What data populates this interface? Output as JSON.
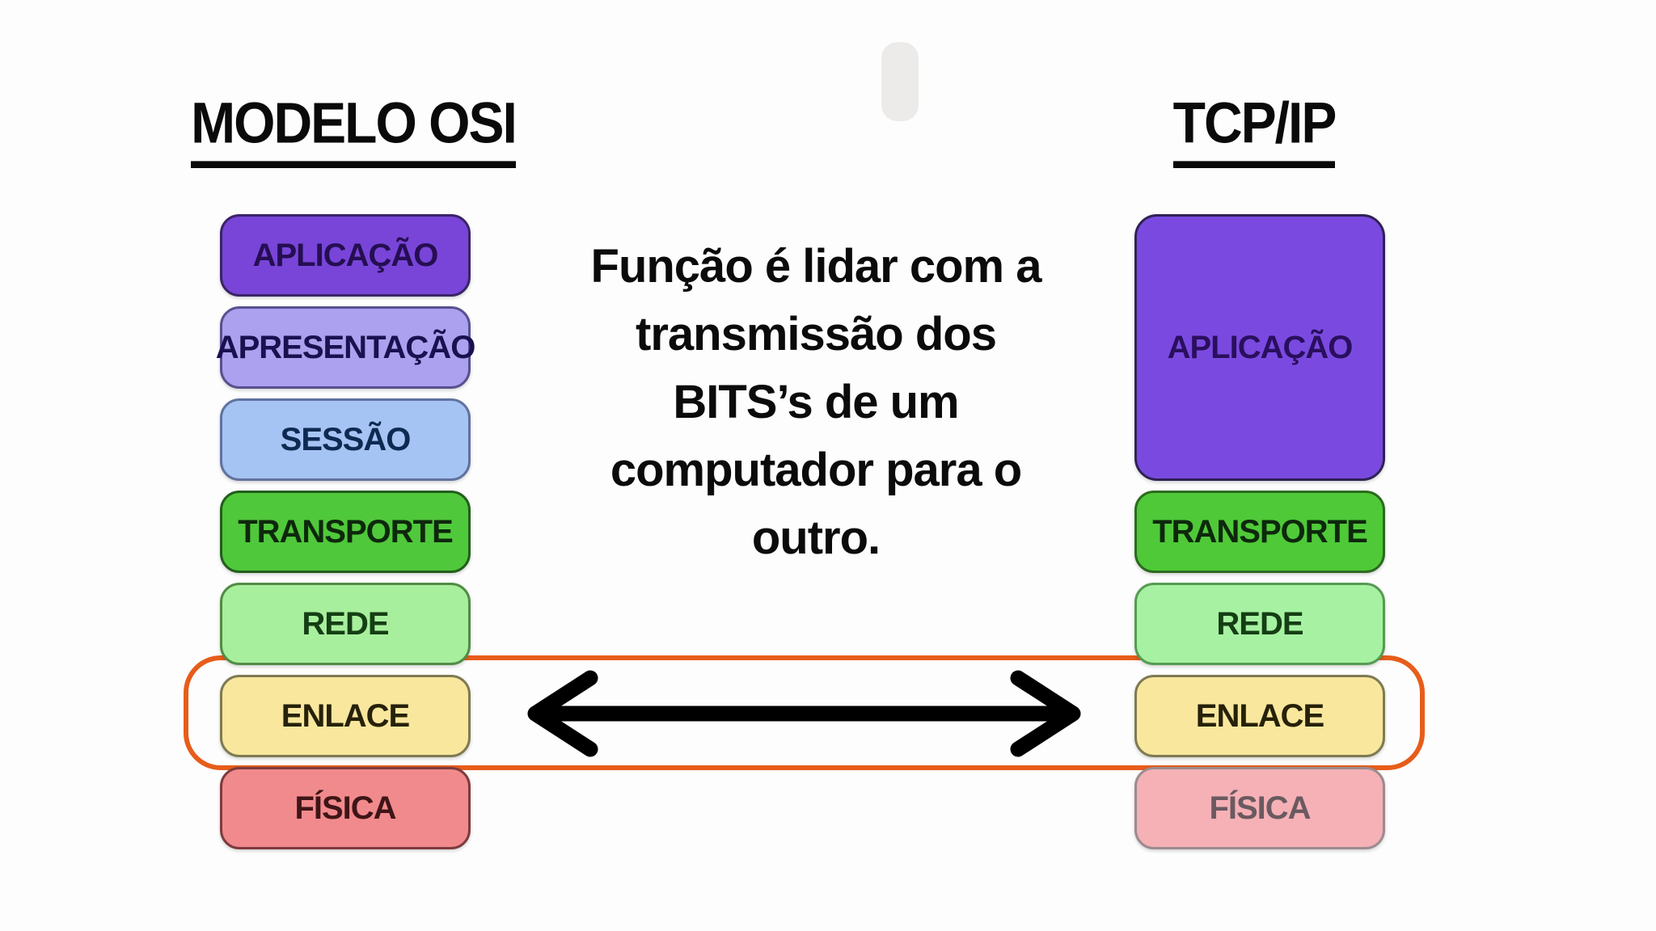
{
  "background": "#FDFDFD",
  "osi": {
    "title": "MODELO OSI",
    "layers": [
      {
        "label": "APLICAÇÃO",
        "fill": "#7845D8",
        "border": "#3A2468",
        "text_color": "#250E52"
      },
      {
        "label": "APRESENTAÇÃO",
        "fill": "#ACA1EE",
        "border": "#57518F",
        "text_color": "#191150"
      },
      {
        "label": "SESSÃO",
        "fill": "#A6C4F3",
        "border": "#61729F",
        "text_color": "#0F2A52"
      },
      {
        "label": "TRANSPORTE",
        "fill": "#50C83B",
        "border": "#225E1C",
        "text_color": "#0D280C"
      },
      {
        "label": "REDE",
        "fill": "#A8EF9D",
        "border": "#518C45",
        "text_color": "#153E14"
      },
      {
        "label": "ENLACE",
        "fill": "#F9E79E",
        "border": "#7F7A52",
        "text_color": "#262109"
      },
      {
        "label": "FÍSICA",
        "fill": "#F18A8D",
        "border": "#7E3B3E",
        "text_color": "#3F1517"
      }
    ]
  },
  "tcpip": {
    "title": "TCP/IP",
    "layers": [
      {
        "label": "APLICAÇÃO",
        "fill": "#7A4AE0",
        "border": "#2F2254",
        "text_color": "#2A0F5E"
      },
      {
        "label": "TRANSPORTE",
        "fill": "#4FC938",
        "border": "#2C6B1F",
        "text_color": "#0D280C"
      },
      {
        "label": "REDE",
        "fill": "#A6F2A2",
        "border": "#569B52",
        "text_color": "#153E14"
      },
      {
        "label": "ENLACE",
        "fill": "#F9E79E",
        "border": "#7F7A52",
        "text_color": "#262109"
      },
      {
        "label": "FÍSICA",
        "fill": "#F5B1B6",
        "border": "#9C8B8F",
        "text_color": "#6A5A60"
      }
    ]
  },
  "note": {
    "lines": [
      "Função é lidar com a",
      "transmissão dos",
      "BITS’s de um",
      "computador para o",
      "outro."
    ],
    "full_text": "Função é lidar com a transmissão dos BITS’s de um computador para o outro."
  },
  "annotations": {
    "highlighted_layer": "ENLACE",
    "highlight_box_color": "#E75D1A",
    "arrow_color": "#000000"
  }
}
